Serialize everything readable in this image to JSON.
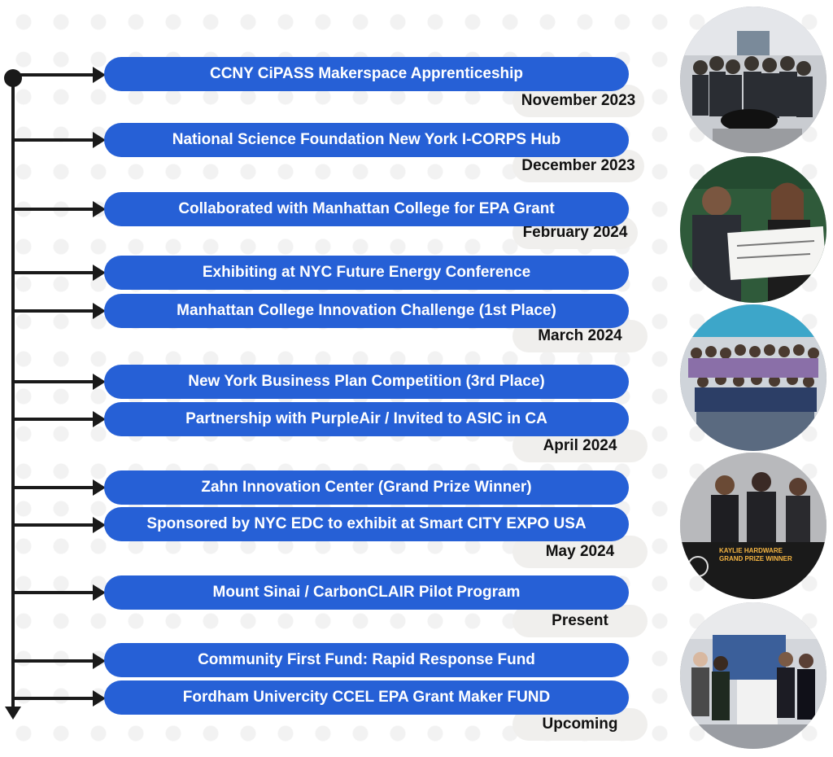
{
  "timeline": {
    "events": [
      {
        "label": "CCNY CiPASS Makerspace Apprenticeship"
      },
      {
        "label": "National Science Foundation New York I-CORPS Hub"
      },
      {
        "label": "Collaborated with Manhattan College for EPA Grant"
      },
      {
        "label": "Exhibiting at NYC Future Energy Conference"
      },
      {
        "label": "Manhattan College Innovation Challenge (1st Place)"
      },
      {
        "label": "New York Business Plan Competition (3rd Place)"
      },
      {
        "label": "Partnership with PurpleAir / Invited to ASIC in CA"
      },
      {
        "label": "Zahn Innovation Center (Grand Prize Winner)"
      },
      {
        "label": "Sponsored by NYC EDC to exhibit at Smart CITY EXPO USA"
      },
      {
        "label": "Mount Sinai / CarbonCLAIR Pilot Program"
      },
      {
        "label": "Community First Fund: Rapid Response Fund"
      },
      {
        "label": "Fordham Univercity CCEL EPA Grant Maker FUND"
      }
    ],
    "dates": [
      {
        "label": "November 2023"
      },
      {
        "label": "December 2023"
      },
      {
        "label": "February 2024"
      },
      {
        "label": "March  2024"
      },
      {
        "label": "April 2024"
      },
      {
        "label": "May 2024"
      },
      {
        "label": "Present"
      },
      {
        "label": "Upcoming"
      }
    ]
  },
  "photos": {
    "award_banner": {
      "line1": "KAYLIE HARDWARE",
      "line2": "GRAND PRIZE WINNER"
    }
  },
  "colors": {
    "pill": "#2660d6",
    "line": "#1a1a1a",
    "date_bg": "#f0efed"
  }
}
